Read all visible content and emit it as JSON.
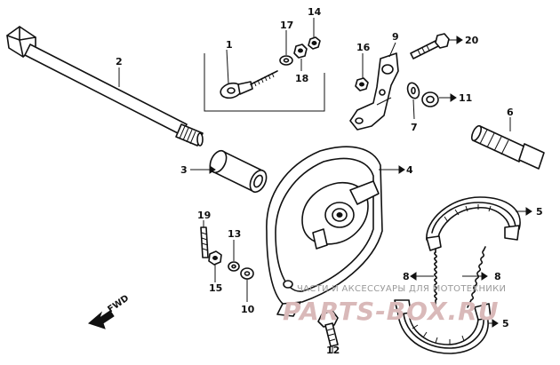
{
  "diagram": {
    "labels": [
      {
        "id": "1",
        "text": "1"
      },
      {
        "id": "2",
        "text": "2"
      },
      {
        "id": "3",
        "text": "3"
      },
      {
        "id": "4",
        "text": "4"
      },
      {
        "id": "5a",
        "text": "5"
      },
      {
        "id": "5b",
        "text": "5"
      },
      {
        "id": "6",
        "text": "6"
      },
      {
        "id": "7",
        "text": "7"
      },
      {
        "id": "8a",
        "text": "8"
      },
      {
        "id": "8b",
        "text": "8"
      },
      {
        "id": "9",
        "text": "9"
      },
      {
        "id": "10",
        "text": "10"
      },
      {
        "id": "11",
        "text": "11"
      },
      {
        "id": "12",
        "text": "12"
      },
      {
        "id": "13",
        "text": "13"
      },
      {
        "id": "14",
        "text": "14"
      },
      {
        "id": "15",
        "text": "15"
      },
      {
        "id": "16",
        "text": "16"
      },
      {
        "id": "17",
        "text": "17"
      },
      {
        "id": "18",
        "text": "18"
      },
      {
        "id": "19",
        "text": "19"
      },
      {
        "id": "20",
        "text": "20"
      }
    ],
    "fwd_label": "FWD"
  },
  "watermark": {
    "text": "ЧАСТИ И АКСЕССУАРЫ ДЛЯ МОТОТЕХНИКИ",
    "logo": "PARTS-BOX.RU"
  },
  "colors": {
    "line": "#111111",
    "background": "#ffffff",
    "watermark_text": "#9a9a9a",
    "watermark_logo": "#d9b9b9"
  }
}
